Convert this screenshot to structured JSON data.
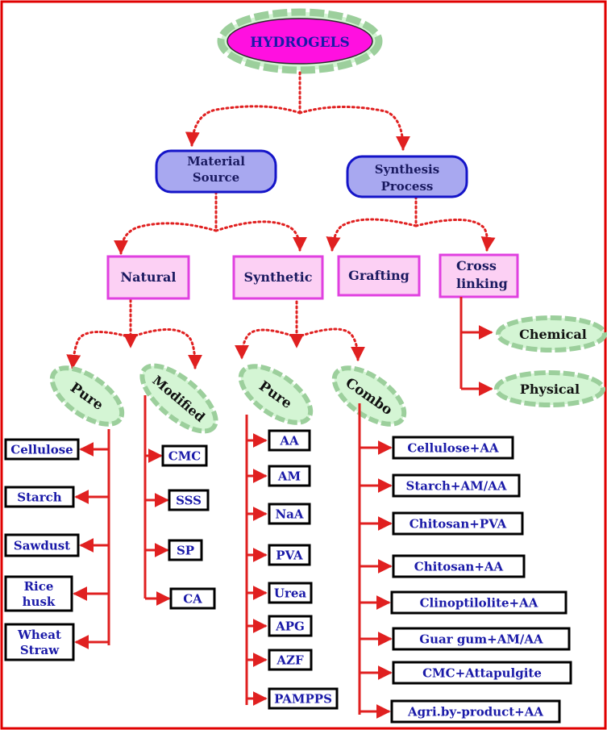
{
  "colors": {
    "frame": "#e00000",
    "arrow": "#e02020",
    "blue_text": "#1a1aa8",
    "blue_border": "#1414c8",
    "blue_fill": "#a8a8f0",
    "pink_border": "#e040e0",
    "pink_fill": "#fcd0f4",
    "magenta": "#ff10e0",
    "green_fill": "#d4f5d4",
    "green_border": "#9ccf9c",
    "box_border": "#000000"
  },
  "root": {
    "label": "HYDROGELS"
  },
  "level1": {
    "material_source": [
      "Material",
      "Source"
    ],
    "synthesis_process": [
      "Synthesis",
      "Process"
    ]
  },
  "level2": {
    "natural": "Natural",
    "synthetic": "Synthetic",
    "grafting": "Grafting",
    "cross_linking": [
      "Cross",
      "linking"
    ]
  },
  "crosslink_types": [
    "Chemical",
    "Physical"
  ],
  "ovals": {
    "natural_pure": "Pure",
    "natural_modified": "Modified",
    "synthetic_pure": "Pure",
    "synthetic_combo": "Combo"
  },
  "lists": {
    "natural_pure": [
      [
        "Cellulose"
      ],
      [
        "Starch"
      ],
      [
        "Sawdust"
      ],
      [
        "Rice",
        "husk"
      ],
      [
        "Wheat",
        "Straw"
      ]
    ],
    "natural_modified": [
      "CMC",
      "SSS",
      "SP",
      "CA"
    ],
    "synthetic_pure": [
      "AA",
      "AM",
      "NaA",
      "PVA",
      "Urea",
      "APG",
      "AZF",
      "PAMPPS"
    ],
    "synthetic_combo": [
      "Cellulose+AA",
      "Starch+AM/AA",
      "Chitosan+PVA",
      "Chitosan+AA",
      "Clinoptilolite+AA",
      "Guar gum+AM/AA",
      "CMC+Attapulgite",
      "Agri.by-product+AA"
    ]
  }
}
